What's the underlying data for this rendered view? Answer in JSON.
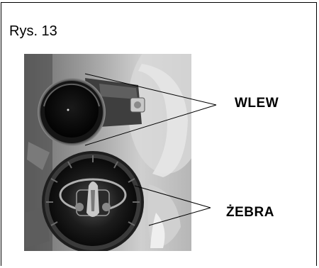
{
  "figure": {
    "caption": "Rys. 13",
    "labels": {
      "inlet": "WLEW",
      "ribs": "ŻEBRA"
    }
  }
}
